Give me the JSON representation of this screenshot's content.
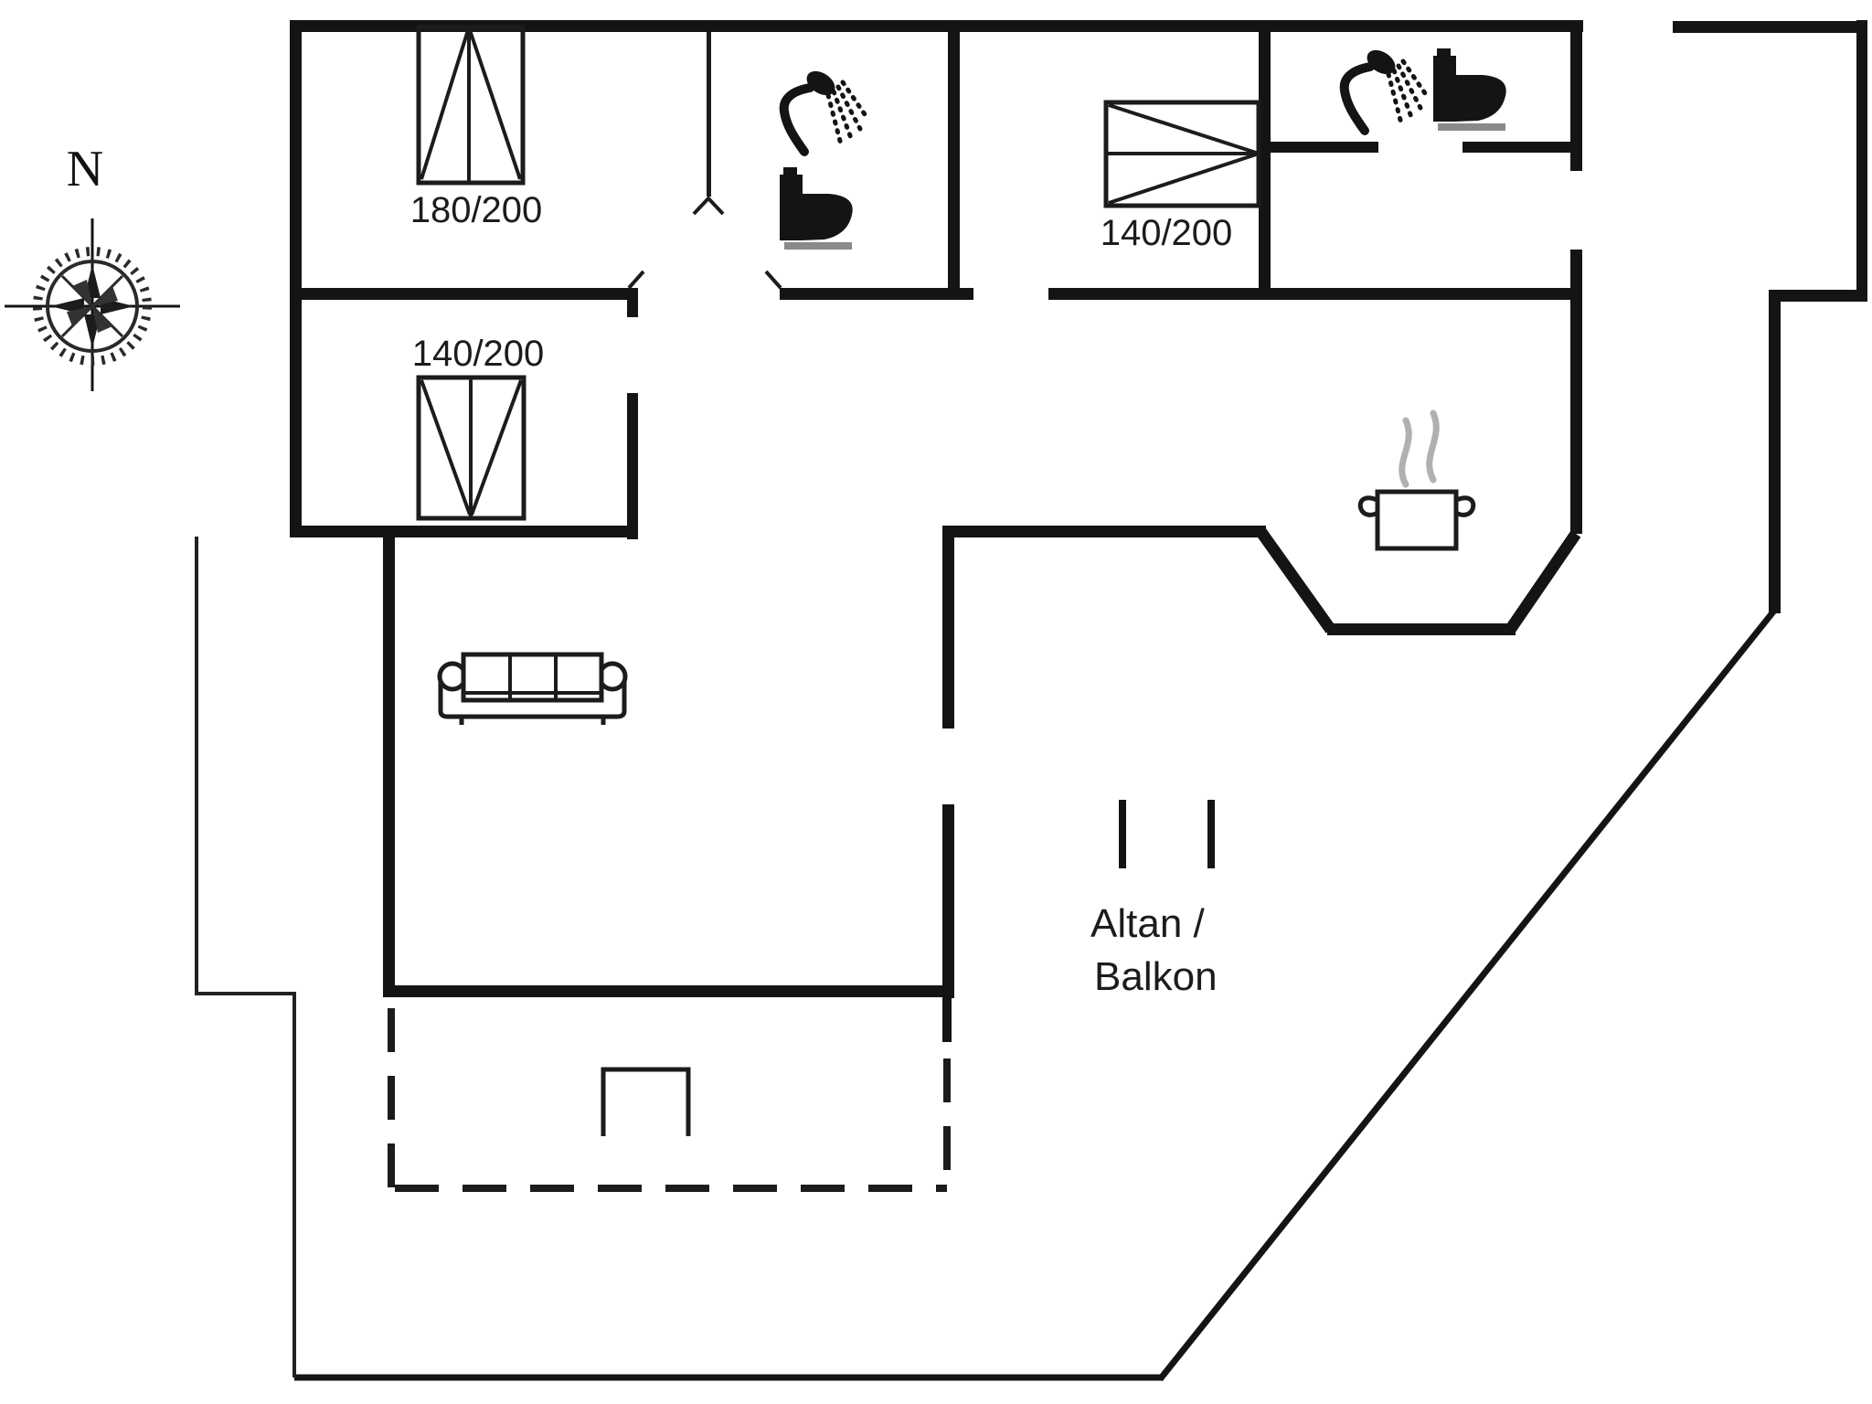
{
  "document": {
    "type": "floor-plan",
    "description": "Black and white architectural floor plan of a holiday home upper storey"
  },
  "colors": {
    "background": "#ffffff",
    "wall": "#141414",
    "furniture_line": "#1c1c1c",
    "steam_gray": "#b0b0b0",
    "toilet_base_gray": "#8a8a8a"
  },
  "compass": {
    "north_label": "N",
    "icon": "compass-rose-icon"
  },
  "labels": {
    "bed_double": "180/200",
    "bed_small_left": "140/200",
    "bed_small_right": "140/200",
    "balcony_line1": "Altan /",
    "balcony_line2": "Balkon"
  },
  "icons": [
    "compass-rose-icon",
    "double-bed-icon",
    "single-bed-140-icon-left",
    "single-bed-140-icon-right",
    "shower-icon",
    "toilet-icon",
    "cooking-pot-icon",
    "steam-icon",
    "sofa-icon",
    "grill-icon",
    "balcony-railing-posts",
    "terrace-dashed-outline"
  ]
}
